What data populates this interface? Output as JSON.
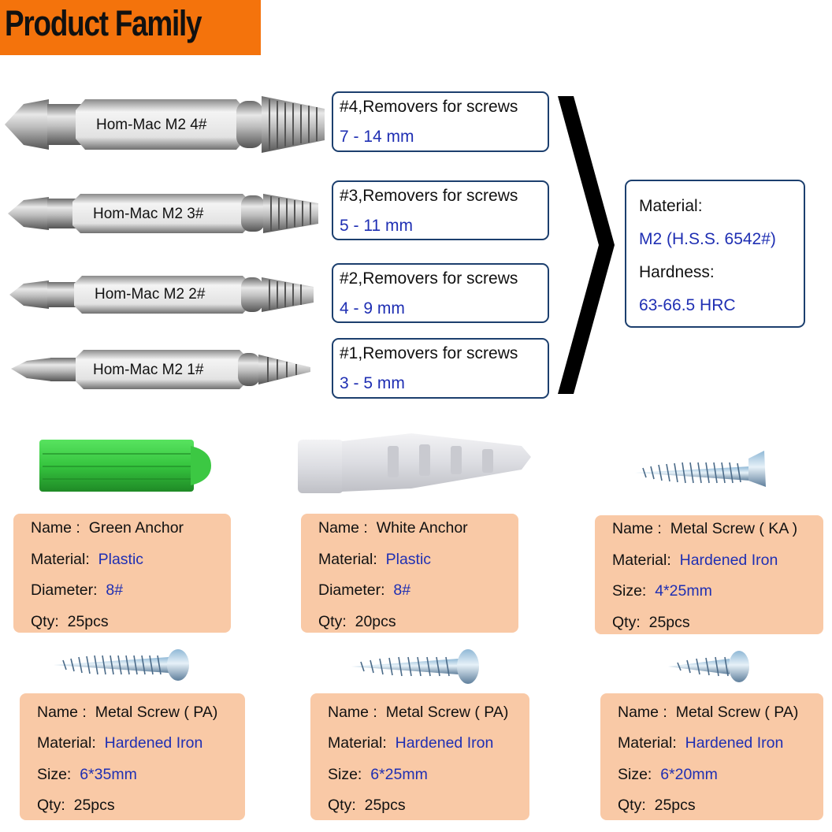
{
  "banner": {
    "title": "Product Family",
    "color": "#f4730c"
  },
  "bits": [
    {
      "label": "Hom-Mac M2 4#"
    },
    {
      "label": "Hom-Mac M2 3#"
    },
    {
      "label": "Hom-Mac M2 2#"
    },
    {
      "label": "Hom-Mac M2 1#"
    }
  ],
  "removers": [
    {
      "title": "#4,Removers for screws",
      "range": "7 - 14 mm"
    },
    {
      "title": "#3,Removers for screws",
      "range": "5 - 11 mm"
    },
    {
      "title": "#2,Removers for screws",
      "range": "4 - 9 mm"
    },
    {
      "title": "#1,Removers for screws",
      "range": "3 - 5 mm"
    }
  ],
  "material_box": {
    "material_label": "Material:",
    "material_value": "M2 (H.S.S. 6542#)",
    "hardness_label": "Hardness:",
    "hardness_value": "63-66.5 HRC"
  },
  "accessories": [
    {
      "name_label": "Name :",
      "name": "Green Anchor",
      "r2_label": "Material:",
      "r2": "Plastic",
      "r3_label": "Diameter:",
      "r3": "8#",
      "qty_label": "Qty:",
      "qty": "25pcs"
    },
    {
      "name_label": "Name :",
      "name": "White Anchor",
      "r2_label": "Material:",
      "r2": "Plastic",
      "r3_label": "Diameter:",
      "r3": "8#",
      "qty_label": "Qty:",
      "qty": "20pcs"
    },
    {
      "name_label": "Name :",
      "name": "Metal Screw ( KA )",
      "r2_label": "Material:",
      "r2": "Hardened Iron",
      "r3_label": "Size:",
      "r3": "4*25mm",
      "qty_label": "Qty:",
      "qty": "25pcs"
    },
    {
      "name_label": "Name :",
      "name": "Metal Screw ( PA)",
      "r2_label": "Material:",
      "r2": "Hardened Iron",
      "r3_label": "Size:",
      "r3": "6*35mm",
      "qty_label": "Qty:",
      "qty": "25pcs"
    },
    {
      "name_label": "Name :",
      "name": "Metal Screw ( PA)",
      "r2_label": "Material:",
      "r2": "Hardened Iron",
      "r3_label": "Size:",
      "r3": "6*25mm",
      "qty_label": "Qty:",
      "qty": "25pcs"
    },
    {
      "name_label": "Name :",
      "name": "Metal Screw ( PA)",
      "r2_label": "Material:",
      "r2": "Hardened Iron",
      "r3_label": "Size:",
      "r3": "6*20mm",
      "qty_label": "Qty:",
      "qty": "25pcs"
    }
  ],
  "colors": {
    "box_border": "#1c3f6e",
    "value_blue": "#1f2fb3",
    "card_bg": "#f9c9a6",
    "green_anchor": "#3fd14a"
  }
}
